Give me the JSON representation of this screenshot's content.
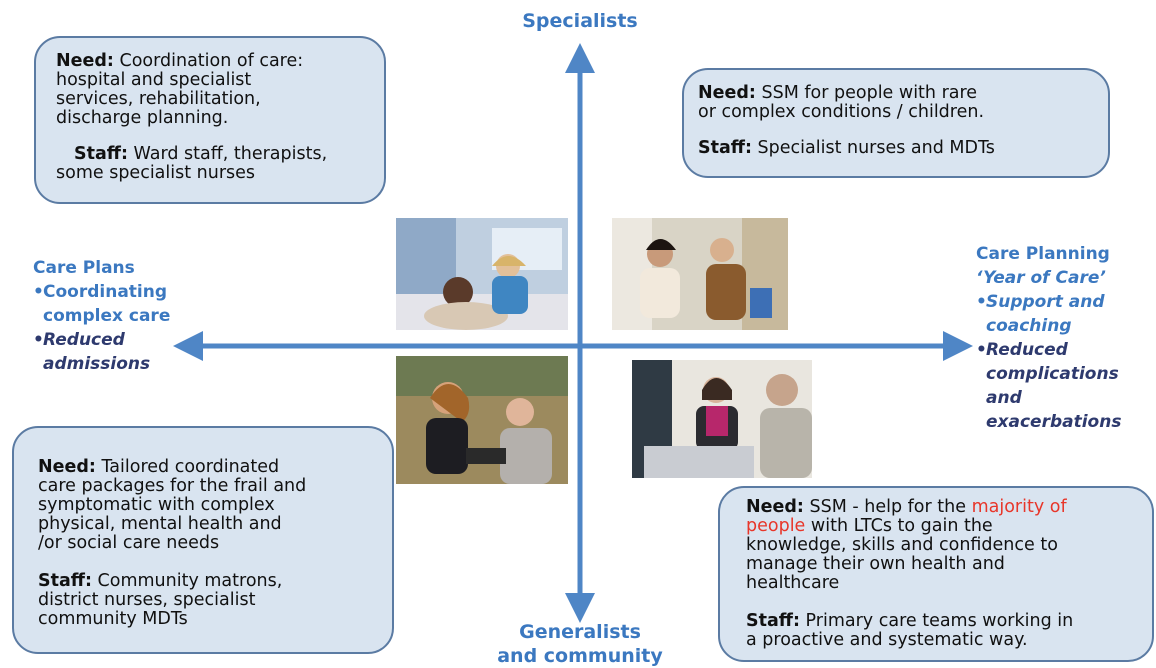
{
  "axes": {
    "top": "Specialists",
    "bottom_line1": "Generalists",
    "bottom_line2": "and community",
    "left_title": "Care Plans",
    "left_bullet1_line1": "Coordinating",
    "left_bullet1_line2": "complex care",
    "left_bullet2_line1": "Reduced",
    "left_bullet2_line2": "admissions",
    "right_title": "Care Planning",
    "right_subtitle": "‘Year of Care’",
    "right_bullet1_line1": "Support and",
    "right_bullet1_line2": "coaching",
    "right_bullet2_line1": "Reduced",
    "right_bullet2_line2": "complications",
    "right_bullet2_line3": "and",
    "right_bullet2_line4": "exacerbations",
    "bullet": "•"
  },
  "boxes": {
    "top_left": {
      "need_label": "Need:",
      "need_lines": [
        "Coordination of care:",
        "hospital and specialist",
        "services, rehabilitation,",
        "discharge planning."
      ],
      "staff_label": "Staff:",
      "staff_lines": [
        "Ward staff, therapists,",
        "some specialist nurses"
      ]
    },
    "top_right": {
      "need_label": "Need:",
      "need_lines": [
        "SSM for people with rare",
        "or complex conditions / children."
      ],
      "staff_label": "Staff:",
      "staff_lines": [
        "Specialist nurses and MDTs"
      ]
    },
    "bottom_left": {
      "need_label": "Need:",
      "need_lines": [
        "Tailored coordinated",
        "care packages for the frail and",
        "symptomatic with complex",
        "physical, mental health and",
        "/or social care needs"
      ],
      "staff_label": "Staff:",
      "staff_lines": [
        "Community matrons,",
        "district nurses, specialist",
        "community MDTs"
      ]
    },
    "bottom_right": {
      "need_label": "Need:",
      "need_pre": "SSM - help for the",
      "need_highlight1": "majority of",
      "need_highlight2": "people",
      "need_post": "with LTCs to gain the",
      "need_lines": [
        "knowledge, skills and confidence to",
        "manage their own health and",
        "healthcare"
      ],
      "staff_label": "Staff:",
      "staff_lines": [
        "Primary care teams working in",
        "a proactive and systematic way."
      ]
    }
  },
  "colors": {
    "axis": "#4f86c6",
    "box_fill": "#d9e4f0",
    "box_border": "#5b7ba3",
    "highlight": "#e8362a"
  },
  "photos": [
    "hospital-ward-photo",
    "consultation-photo",
    "home-visit-photo",
    "office-consultation-photo"
  ]
}
